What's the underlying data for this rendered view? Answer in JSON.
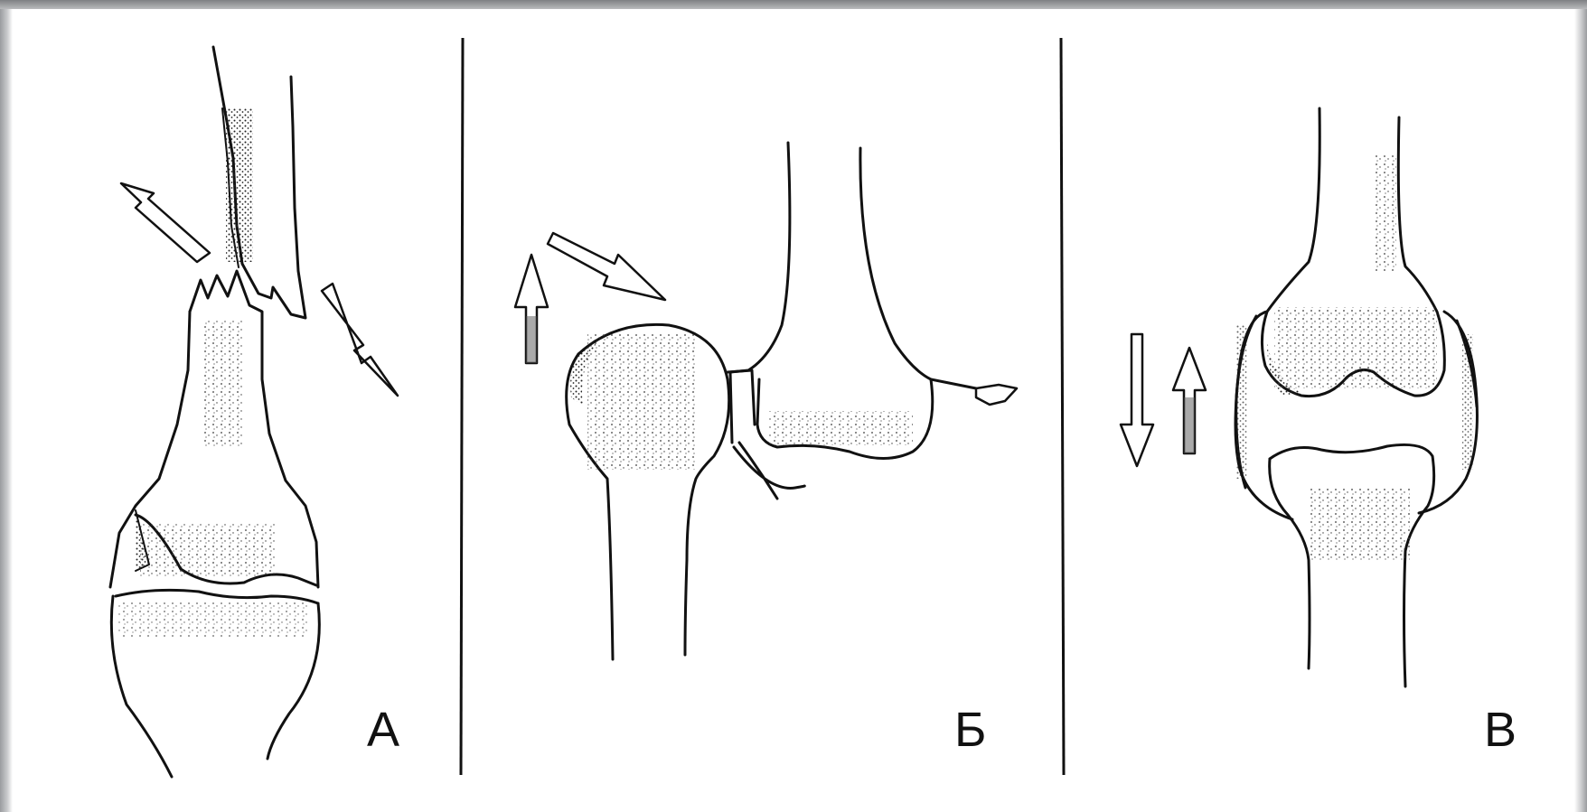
{
  "figure": {
    "panels": [
      {
        "id": "A",
        "label": "А"
      },
      {
        "id": "B",
        "label": "Б"
      },
      {
        "id": "V",
        "label": "В"
      }
    ],
    "colors": {
      "ink": "#111111",
      "paper": "#ffffff",
      "stipple": "#3a3a3a",
      "frame": "#8d8f92"
    }
  }
}
